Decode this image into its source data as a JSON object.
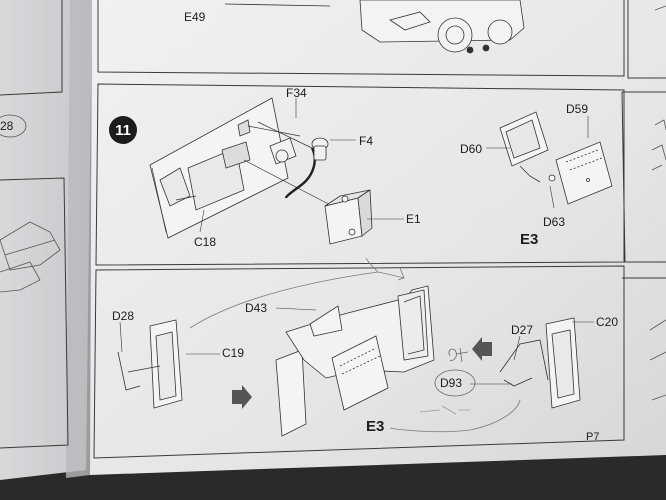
{
  "step": {
    "number": "11"
  },
  "labels": {
    "E49": "E49",
    "F34": "F34",
    "F4": "F4",
    "E1": "E1",
    "C18": "C18",
    "D60": "D60",
    "D59": "D59",
    "D63": "D63",
    "E3_top": "E3",
    "D28": "D28",
    "D43": "D43",
    "C19": "C19",
    "E3_bottom": "E3",
    "D27": "D27",
    "C20": "C20",
    "D93": "D93",
    "left_page_fragment": "28",
    "page_number": "P7"
  },
  "colors": {
    "background": "#2a2a2c",
    "page": "#e8e8ea",
    "line": "#3a3a3a"
  }
}
